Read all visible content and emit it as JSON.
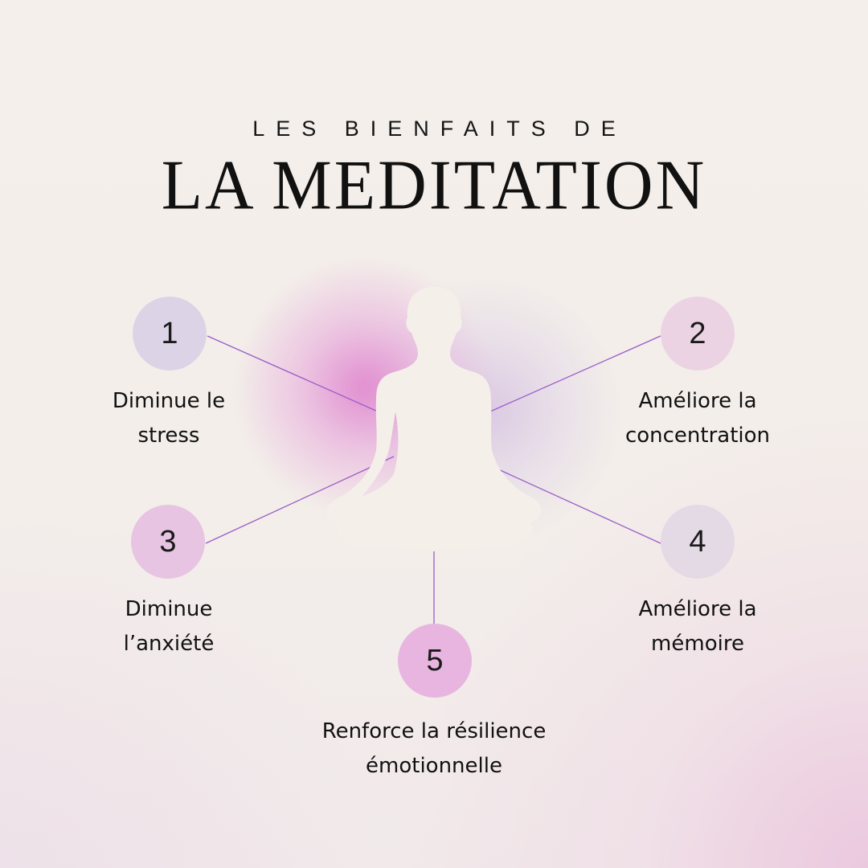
{
  "title": {
    "line1": "LES BIENFAITS DE",
    "line2": "LA MEDITATION"
  },
  "colors": {
    "background": "#f4efea",
    "line": "#9a5cc8",
    "circle_lavender": "#dcd4e6",
    "circle_pink": "#ecd3e4",
    "circle_magenta": "#e7bde0",
    "circle_grey_lilac": "#e4dae6",
    "glow_pink": "#dc6ec8",
    "glow_violet": "#c8aadc",
    "figure": "#f5efea"
  },
  "figure": {
    "icon": "meditation-silhouette-icon"
  },
  "benefits": [
    {
      "number": "1",
      "line1": "Diminue le",
      "line2": "stress"
    },
    {
      "number": "2",
      "line1": "Améliore la",
      "line2": "concentration"
    },
    {
      "number": "3",
      "line1": "Diminue",
      "line2": "l’anxiété"
    },
    {
      "number": "4",
      "line1": "Améliore la",
      "line2": "mémoire"
    },
    {
      "number": "5",
      "line1": "Renforce la résilience",
      "line2": "émotionnelle"
    }
  ]
}
